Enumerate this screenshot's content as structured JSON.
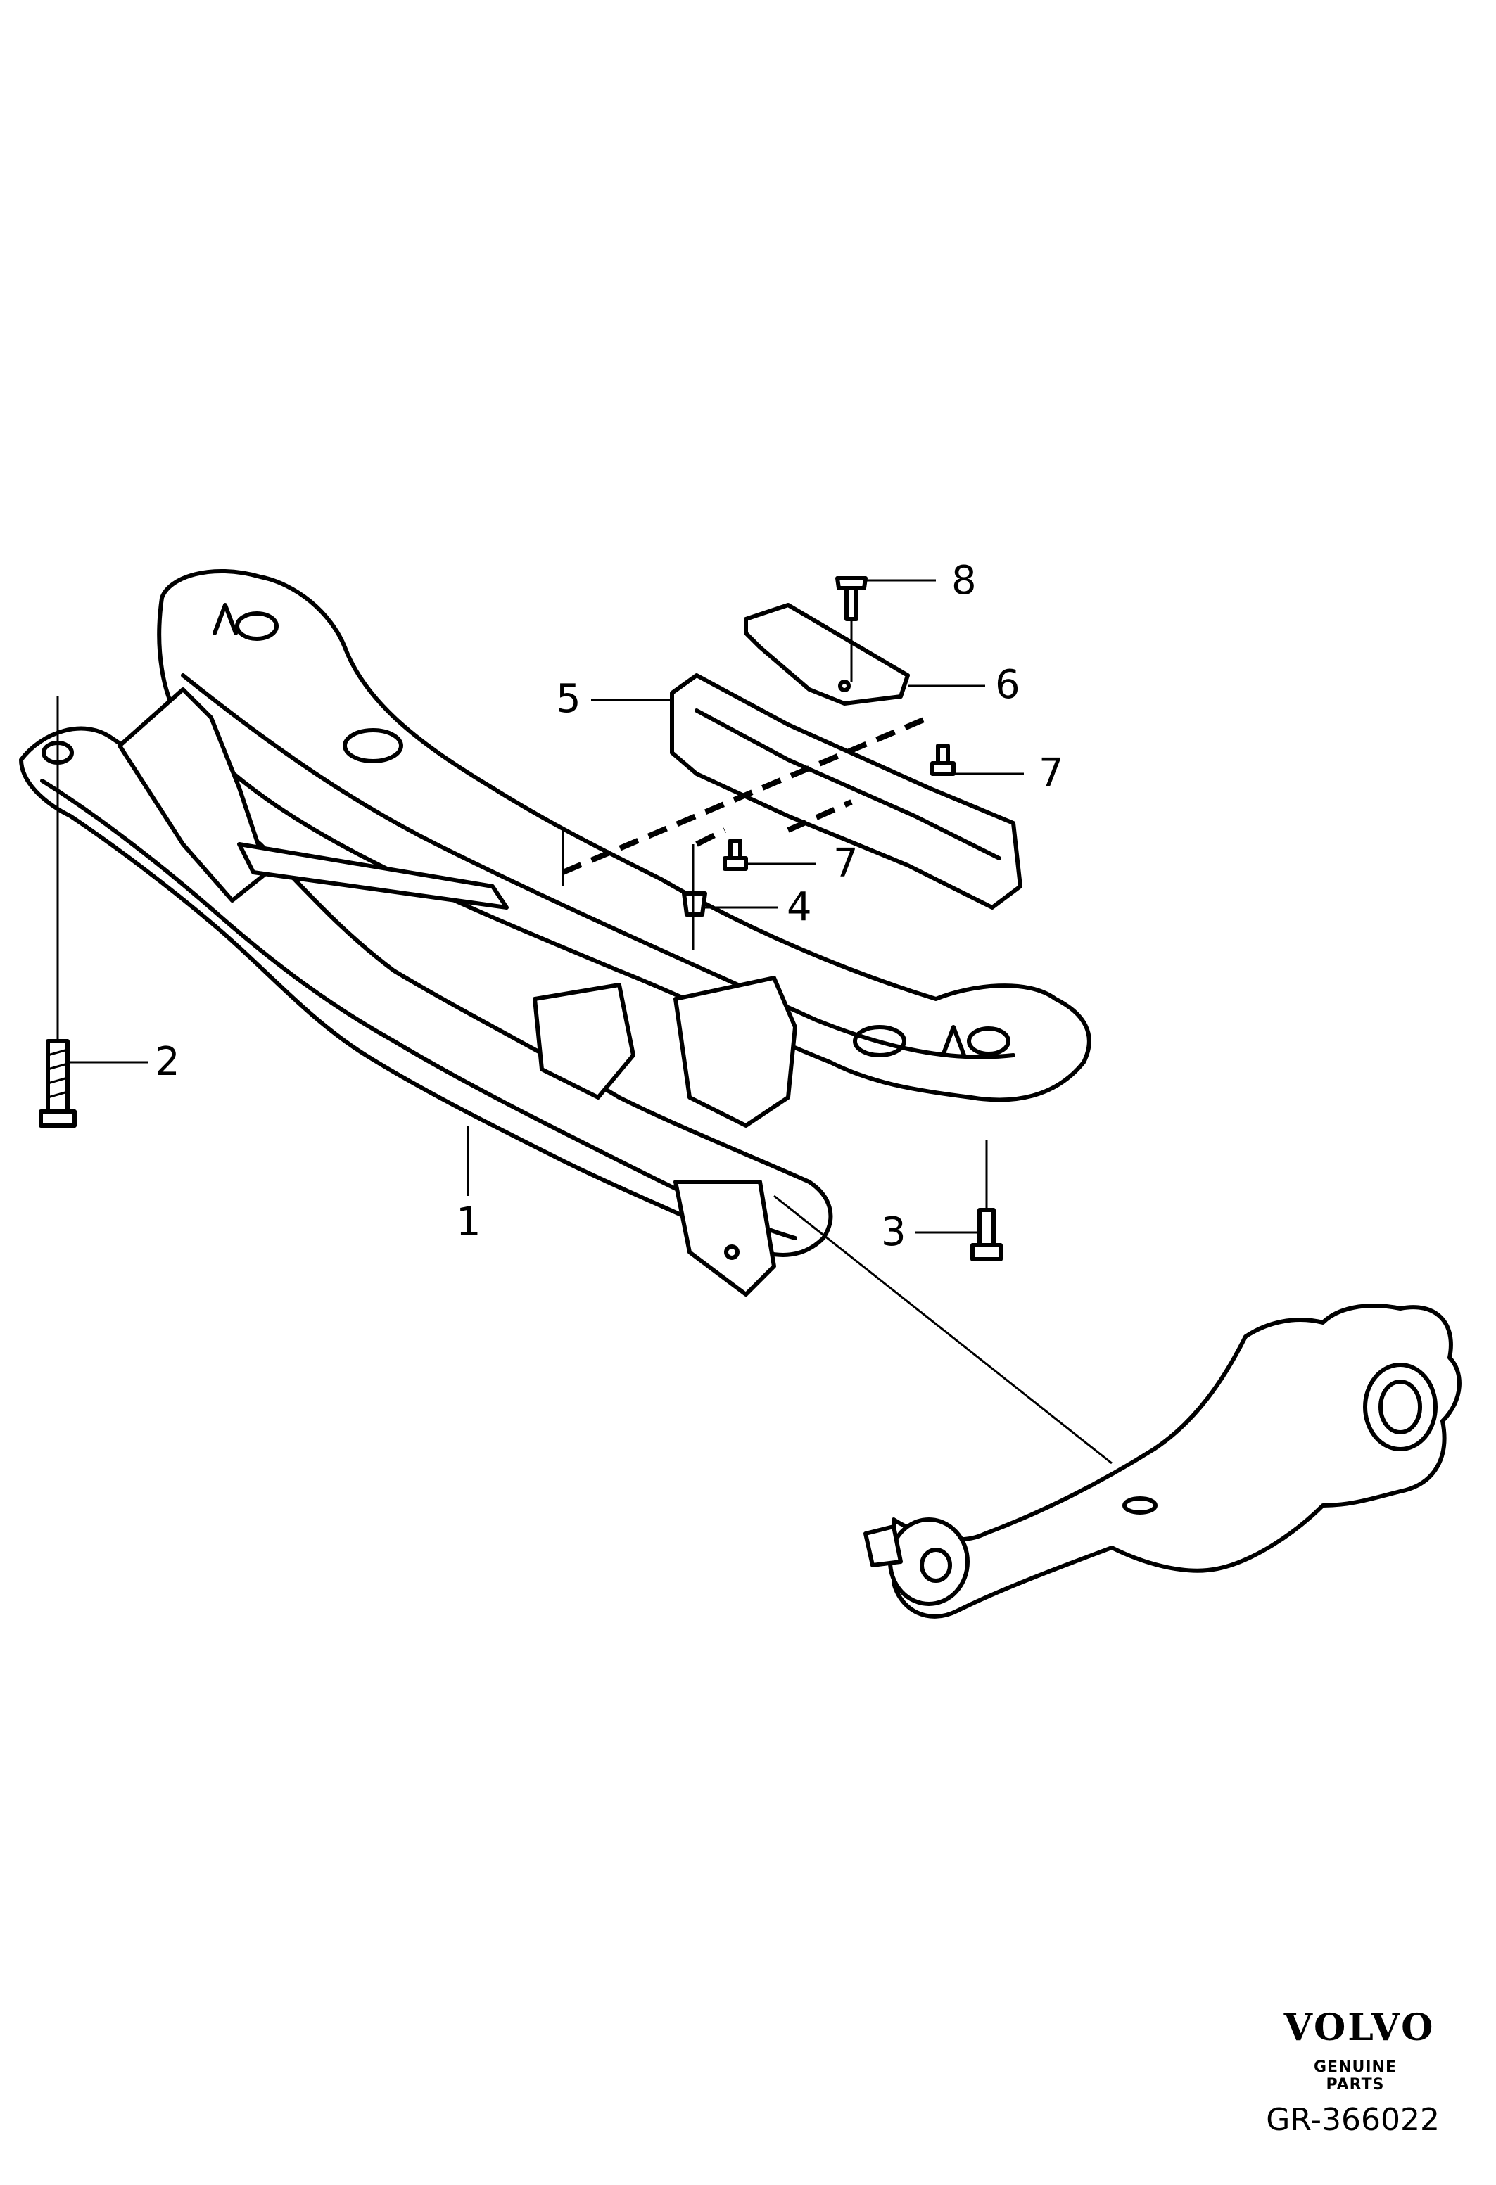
{
  "callouts": [
    {
      "id": "1",
      "label": "1"
    },
    {
      "id": "2",
      "label": "2"
    },
    {
      "id": "3",
      "label": "3"
    },
    {
      "id": "4",
      "label": "4"
    },
    {
      "id": "5",
      "label": "5"
    },
    {
      "id": "6",
      "label": "6"
    },
    {
      "id": "7a",
      "label": "7"
    },
    {
      "id": "7b",
      "label": "7"
    },
    {
      "id": "8",
      "label": "8"
    }
  ],
  "brand": {
    "logo": "VOLVO",
    "tagline": "GENUINE PARTS"
  },
  "figure_id": "GR-366022"
}
